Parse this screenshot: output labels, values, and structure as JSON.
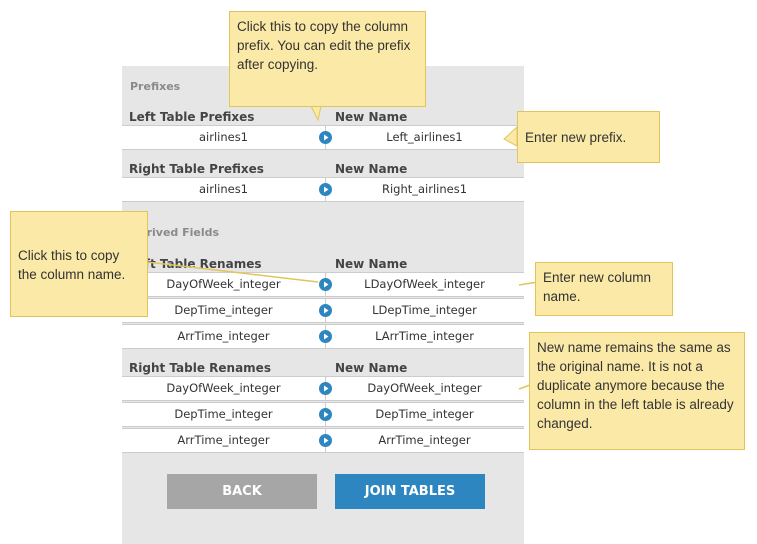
{
  "prefixes": {
    "section_title": "Prefixes",
    "left": {
      "header_left": "Left Table Prefixes",
      "header_right": "New Name",
      "rows": [
        {
          "original": "airlines1",
          "new_name": "Left_airlines1"
        }
      ]
    },
    "right": {
      "header_left": "Right Table Prefixes",
      "header_right": "New Name",
      "rows": [
        {
          "original": "airlines1",
          "new_name": "Right_airlines1"
        }
      ]
    }
  },
  "derived": {
    "section_title": "Derived Fields",
    "left": {
      "header_left": "Left Table Renames",
      "header_right": "New Name",
      "rows": [
        {
          "original": "DayOfWeek_integer",
          "new_name": "LDayOfWeek_integer"
        },
        {
          "original": "DepTime_integer",
          "new_name": "LDepTime_integer"
        },
        {
          "original": "ArrTime_integer",
          "new_name": "LArrTime_integer"
        }
      ]
    },
    "right": {
      "header_left": "Right Table Renames",
      "header_right": "New Name",
      "rows": [
        {
          "original": "DayOfWeek_integer",
          "new_name": "DayOfWeek_integer"
        },
        {
          "original": "DepTime_integer",
          "new_name": "DepTime_integer"
        },
        {
          "original": "ArrTime_integer",
          "new_name": "ArrTime_integer"
        }
      ]
    }
  },
  "buttons": {
    "back": "BACK",
    "join": "JOIN TABLES"
  },
  "callouts": {
    "copy_prefix": "Click this to copy the column prefix. You can edit the prefix after copying.",
    "enter_prefix": "Enter new prefix.",
    "copy_name": "Click this to copy the column name.",
    "enter_column": "Enter new column name.",
    "same_name": "New name remains the same as the original name. It is not a duplicate anymore because the column in the left table is already changed."
  },
  "colors": {
    "accent": "#2e86c1",
    "callout": "#fbe9a7",
    "panel": "#e6e6e6"
  }
}
